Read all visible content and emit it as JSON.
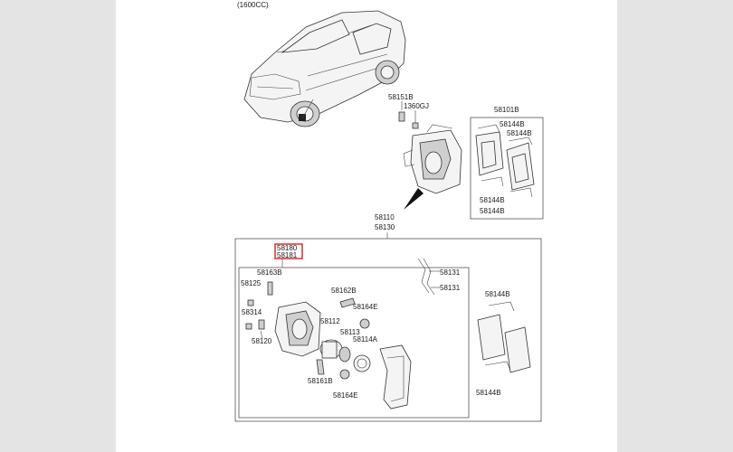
{
  "header": {
    "engine": "(1600CC)"
  },
  "upper": {
    "bolt_labels": [
      "58151B",
      "1360GJ"
    ],
    "caliper_labels": [
      "58110",
      "58130"
    ],
    "pad_kit_label": "58101B",
    "pad_kit_clips": [
      "58144B",
      "58144B",
      "58144B",
      "58144B"
    ]
  },
  "lower": {
    "highlight_label_1": "58180",
    "highlight_label_2": "58181",
    "highlight_color": "#e0201a",
    "labels": {
      "l58163B": "58163B",
      "l58125": "58125",
      "l58314": "58314",
      "l58120": "58120",
      "l58162B": "58162B",
      "l58164E_top": "58164E",
      "l58112": "58112",
      "l58113": "58113",
      "l58114A": "58114A",
      "l58161B": "58161B",
      "l58164E_bottom": "58164E",
      "l58131_top": "58131",
      "l58131_bottom": "58131",
      "l58144B_top": "58144B",
      "l58144B_bottom": "58144B"
    }
  }
}
